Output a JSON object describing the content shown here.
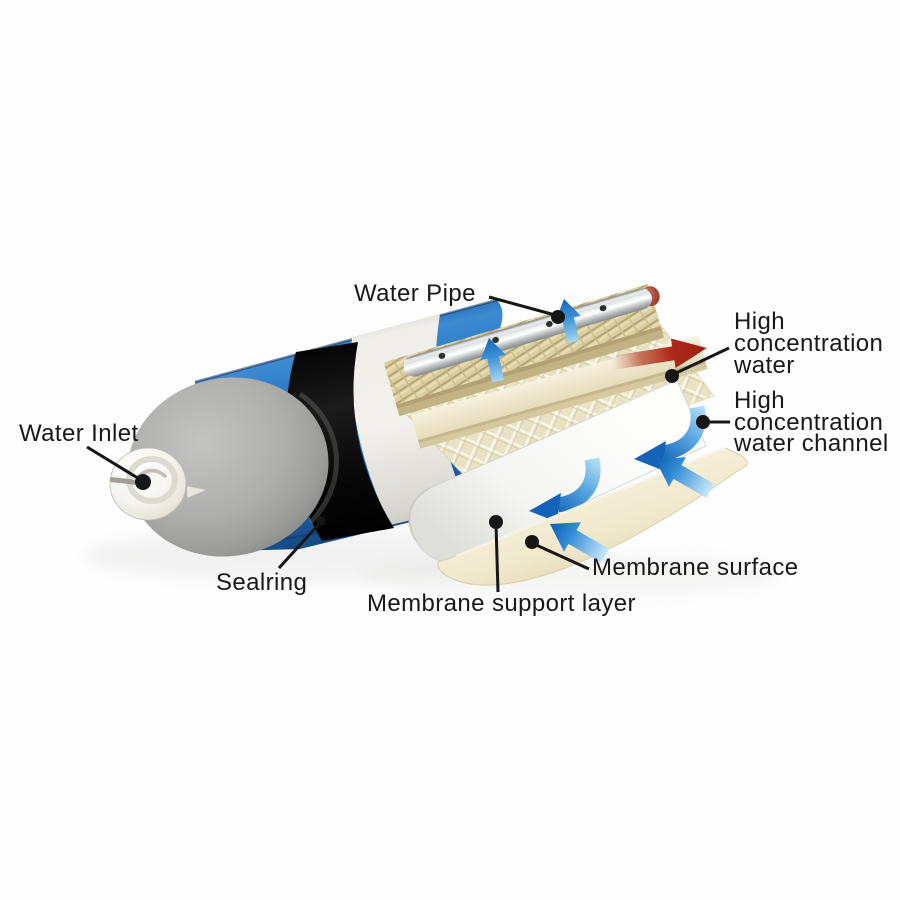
{
  "meta": {
    "title": "Reverse osmosis membrane element - exploded cutaway diagram",
    "type": "technical-illustration"
  },
  "labels": {
    "water_pipe": "Water Pipe",
    "water_inlet": "Water Inlet",
    "sealring": "Sealring",
    "membrane_surface": "Membrane surface",
    "membrane_support_layer": "Membrane support layer",
    "high_concentration_water": {
      "lines": [
        "High",
        "concentration",
        "water"
      ]
    },
    "high_concentration_water_channel": {
      "lines": [
        "High",
        "concentration",
        "water channel"
      ]
    }
  },
  "colors": {
    "background": "#fdfdfd",
    "text": "#191919",
    "leader": "#161616",
    "housing_blue": "#2273c0",
    "housing_white_band": "#eceae4",
    "sealring_black": "#0d0d0d",
    "end_face_gray": "#a7a7a5",
    "inlet_white": "#f4f3ee",
    "pipe_silver": "#d9dcdc",
    "pipe_cap_red": "#9c4136",
    "mesh_tan": "#dbcf9f",
    "sheet_cream": "#eee7cb",
    "membrane_white": "#fbfbf9",
    "flow_blue": "#1a6fc0",
    "flow_red": "#b2251a"
  },
  "arrows": [
    {
      "name": "feed-flow-arrow-1",
      "direction": "up",
      "color": "#1a6fc0"
    },
    {
      "name": "feed-flow-arrow-2",
      "direction": "up",
      "color": "#1a6fc0"
    },
    {
      "name": "concentrate-flow-arrow",
      "direction": "right",
      "color": "#b2251a"
    },
    {
      "name": "channel-curl-arrow-1",
      "direction": "curl-down-left",
      "color": "#1a6fc0"
    },
    {
      "name": "channel-curl-arrow-2",
      "direction": "curl-down-left",
      "color": "#1a6fc0"
    },
    {
      "name": "surface-flow-arrow-1",
      "direction": "up-left",
      "color": "#1a6fc0"
    },
    {
      "name": "surface-flow-arrow-2",
      "direction": "up-left",
      "color": "#1a6fc0"
    }
  ]
}
